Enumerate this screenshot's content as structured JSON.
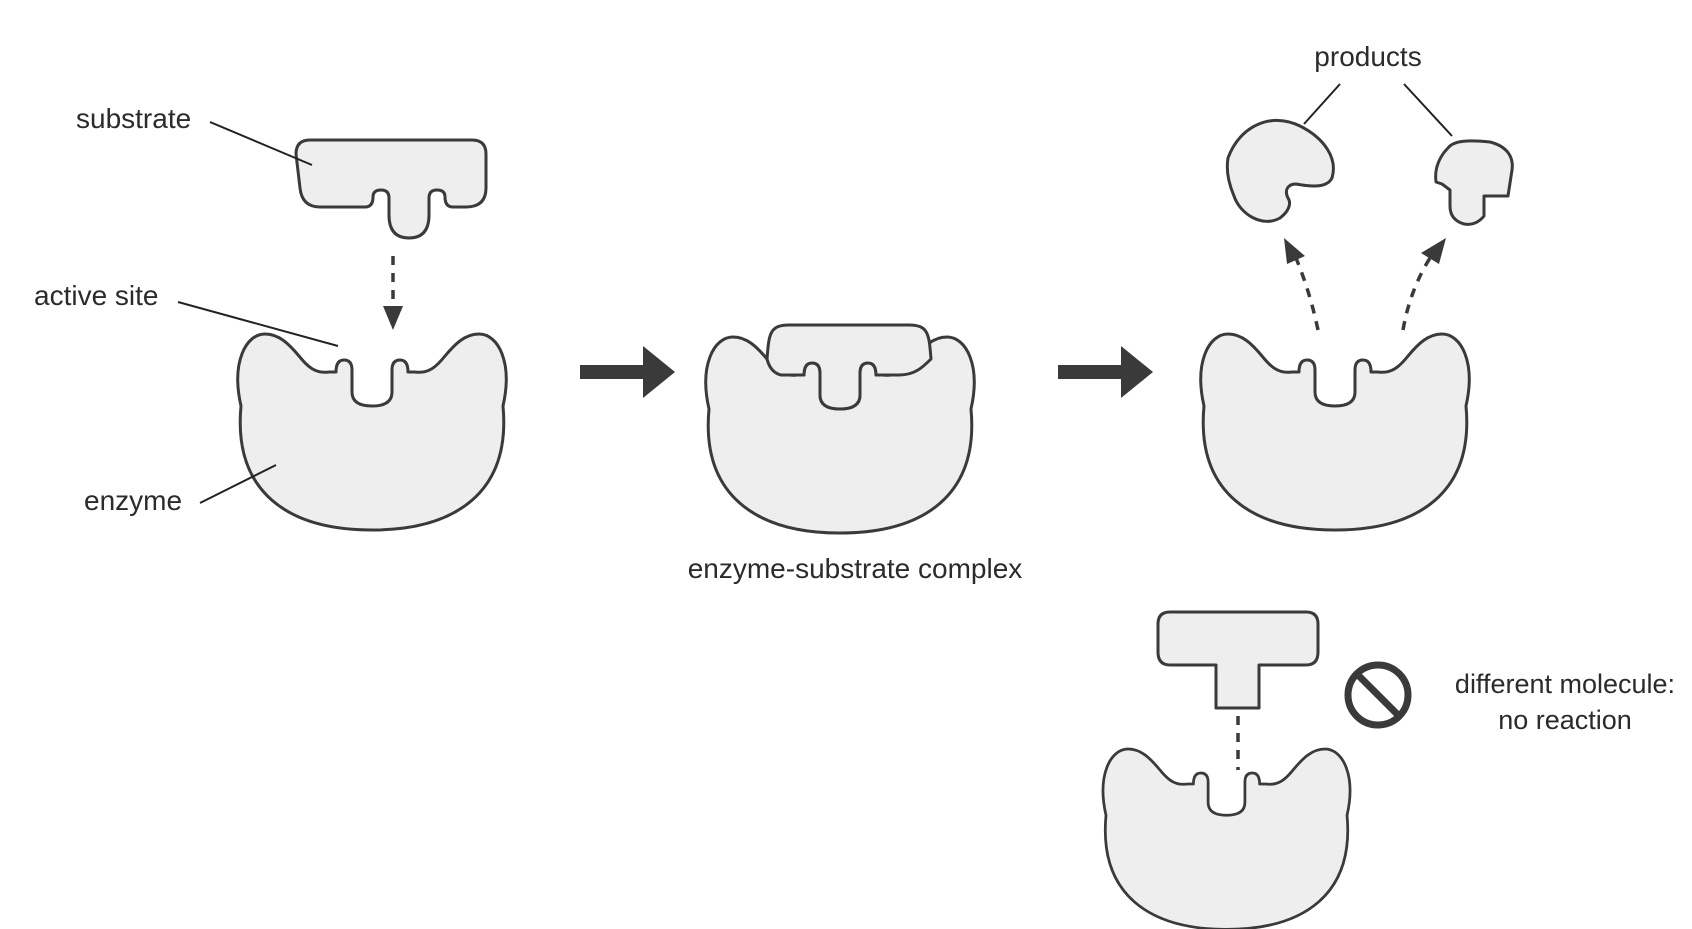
{
  "labels": {
    "substrate": "substrate",
    "active_site": "active site",
    "enzyme": "enzyme",
    "complex": "enzyme-substrate complex",
    "products": "products",
    "different_line1": "different molecule:",
    "different_line2": "no reaction"
  },
  "icons": {
    "no_reaction": "prohibited-icon"
  }
}
